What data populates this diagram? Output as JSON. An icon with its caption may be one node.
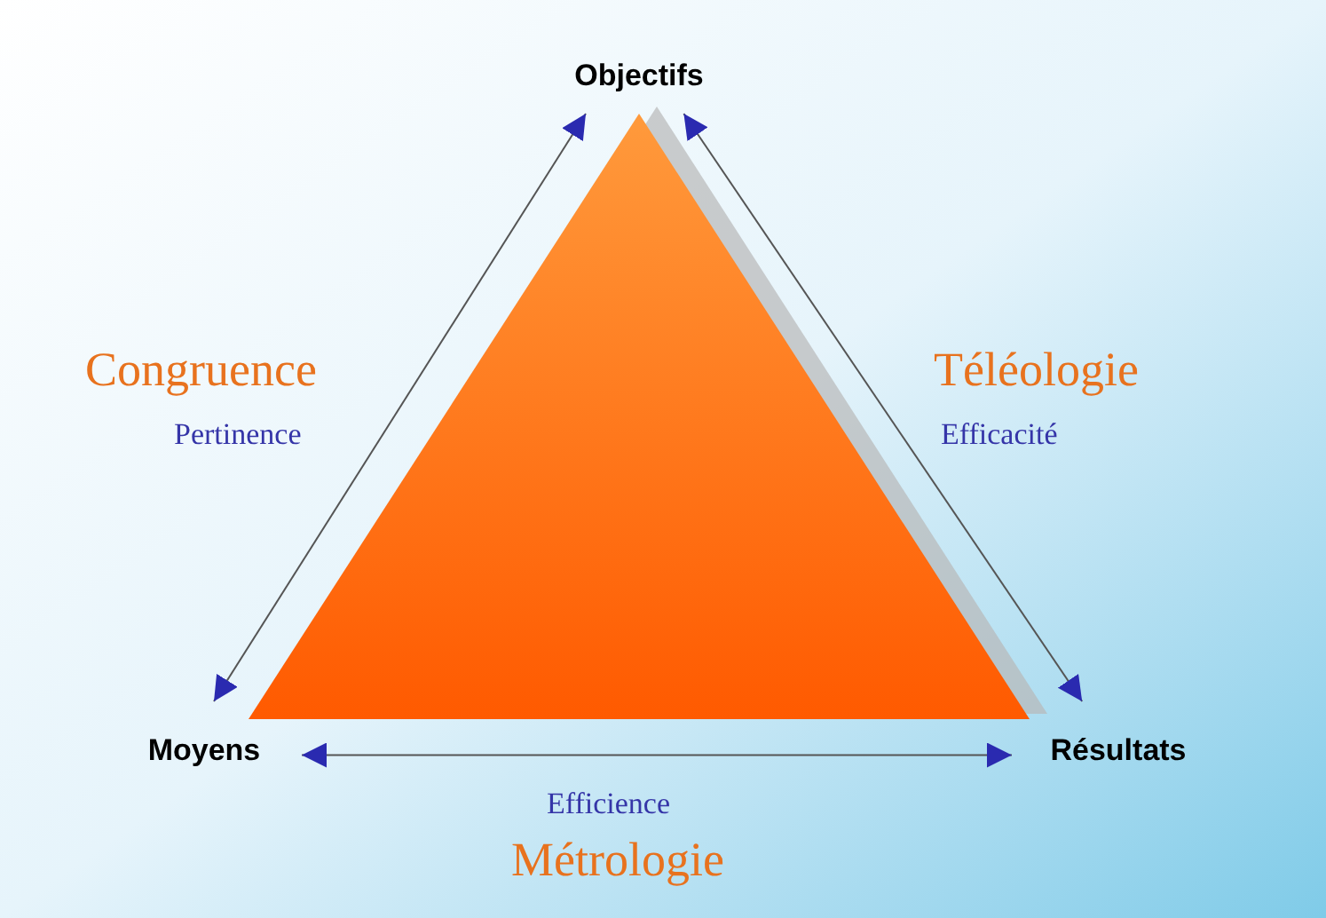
{
  "diagram": {
    "nodes": [
      {
        "text": [
          "Objectifs"
        ]
      },
      {
        "text": [
          "Moyens"
        ]
      },
      {
        "text": [
          "Résultats"
        ]
      }
    ],
    "edges": [
      {
        "from": 0,
        "to": 1,
        "arrow": "both",
        "label": "Pertinence"
      },
      {
        "from": 0,
        "to": 2,
        "arrow": "both",
        "label": "Efficacité"
      },
      {
        "from": 1,
        "to": 2,
        "arrow": "both",
        "label": "Efficience"
      }
    ],
    "labels": [
      "Congruence",
      "Téléologie",
      "Métrologie"
    ]
  }
}
